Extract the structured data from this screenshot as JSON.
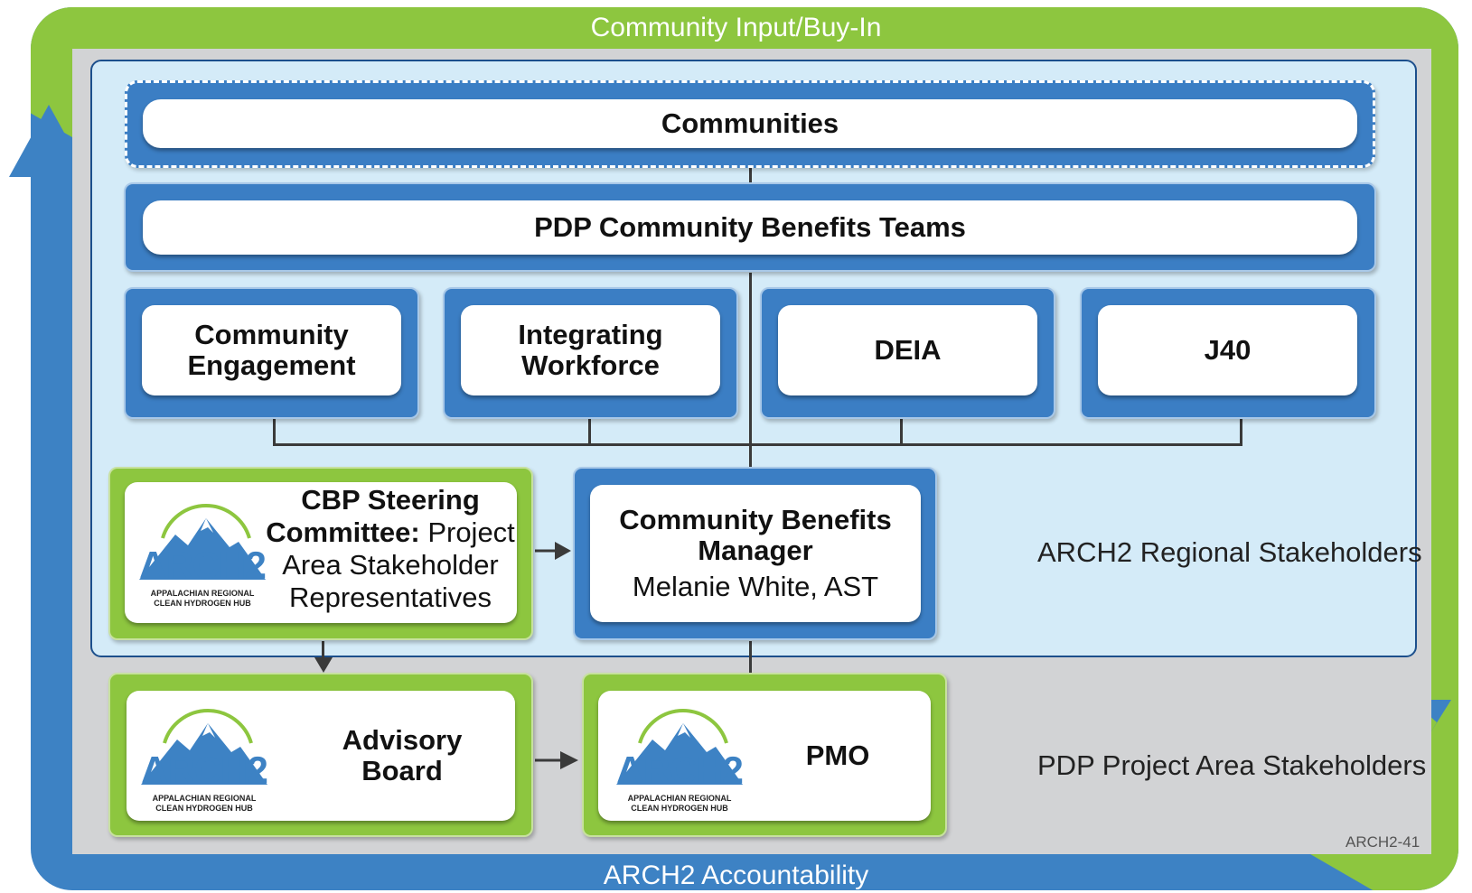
{
  "frame": {
    "top_label": "Community Input/Buy-In",
    "bottom_label": "ARCH2 Accountability",
    "colors": {
      "green": "#8dc63f",
      "blue": "#3d82c4",
      "gray": "#d2d3d5",
      "light_blue": "#d4ebf8"
    }
  },
  "boxes": {
    "communities": "Communities",
    "pdp_teams": "PDP Community Benefits Teams",
    "teams": [
      {
        "line1": "Community",
        "line2": "Engagement"
      },
      {
        "line1": "Integrating",
        "line2": "Workforce"
      },
      {
        "line1": "DEIA"
      },
      {
        "line1": "J40"
      }
    ],
    "cbp": {
      "title_1": "CBP Steering",
      "title_2": "Committee:",
      "text_1": " Project",
      "text_2": "Area Stakeholder",
      "text_3": "Representatives"
    },
    "manager": {
      "line1": "Community Benefits",
      "line2": "Manager",
      "name": "Melanie White, AST"
    },
    "advisory": {
      "line1": "Advisory",
      "line2": "Board"
    },
    "pmo": "PMO"
  },
  "logo": {
    "word": "ARCH2",
    "sub1": "APPALACHIAN REGIONAL",
    "sub2": "CLEAN HYDROGEN HUB"
  },
  "labels": {
    "regional": "ARCH2 Regional Stakeholders",
    "project_area": "PDP Project Area Stakeholders",
    "code": "ARCH2-41"
  }
}
